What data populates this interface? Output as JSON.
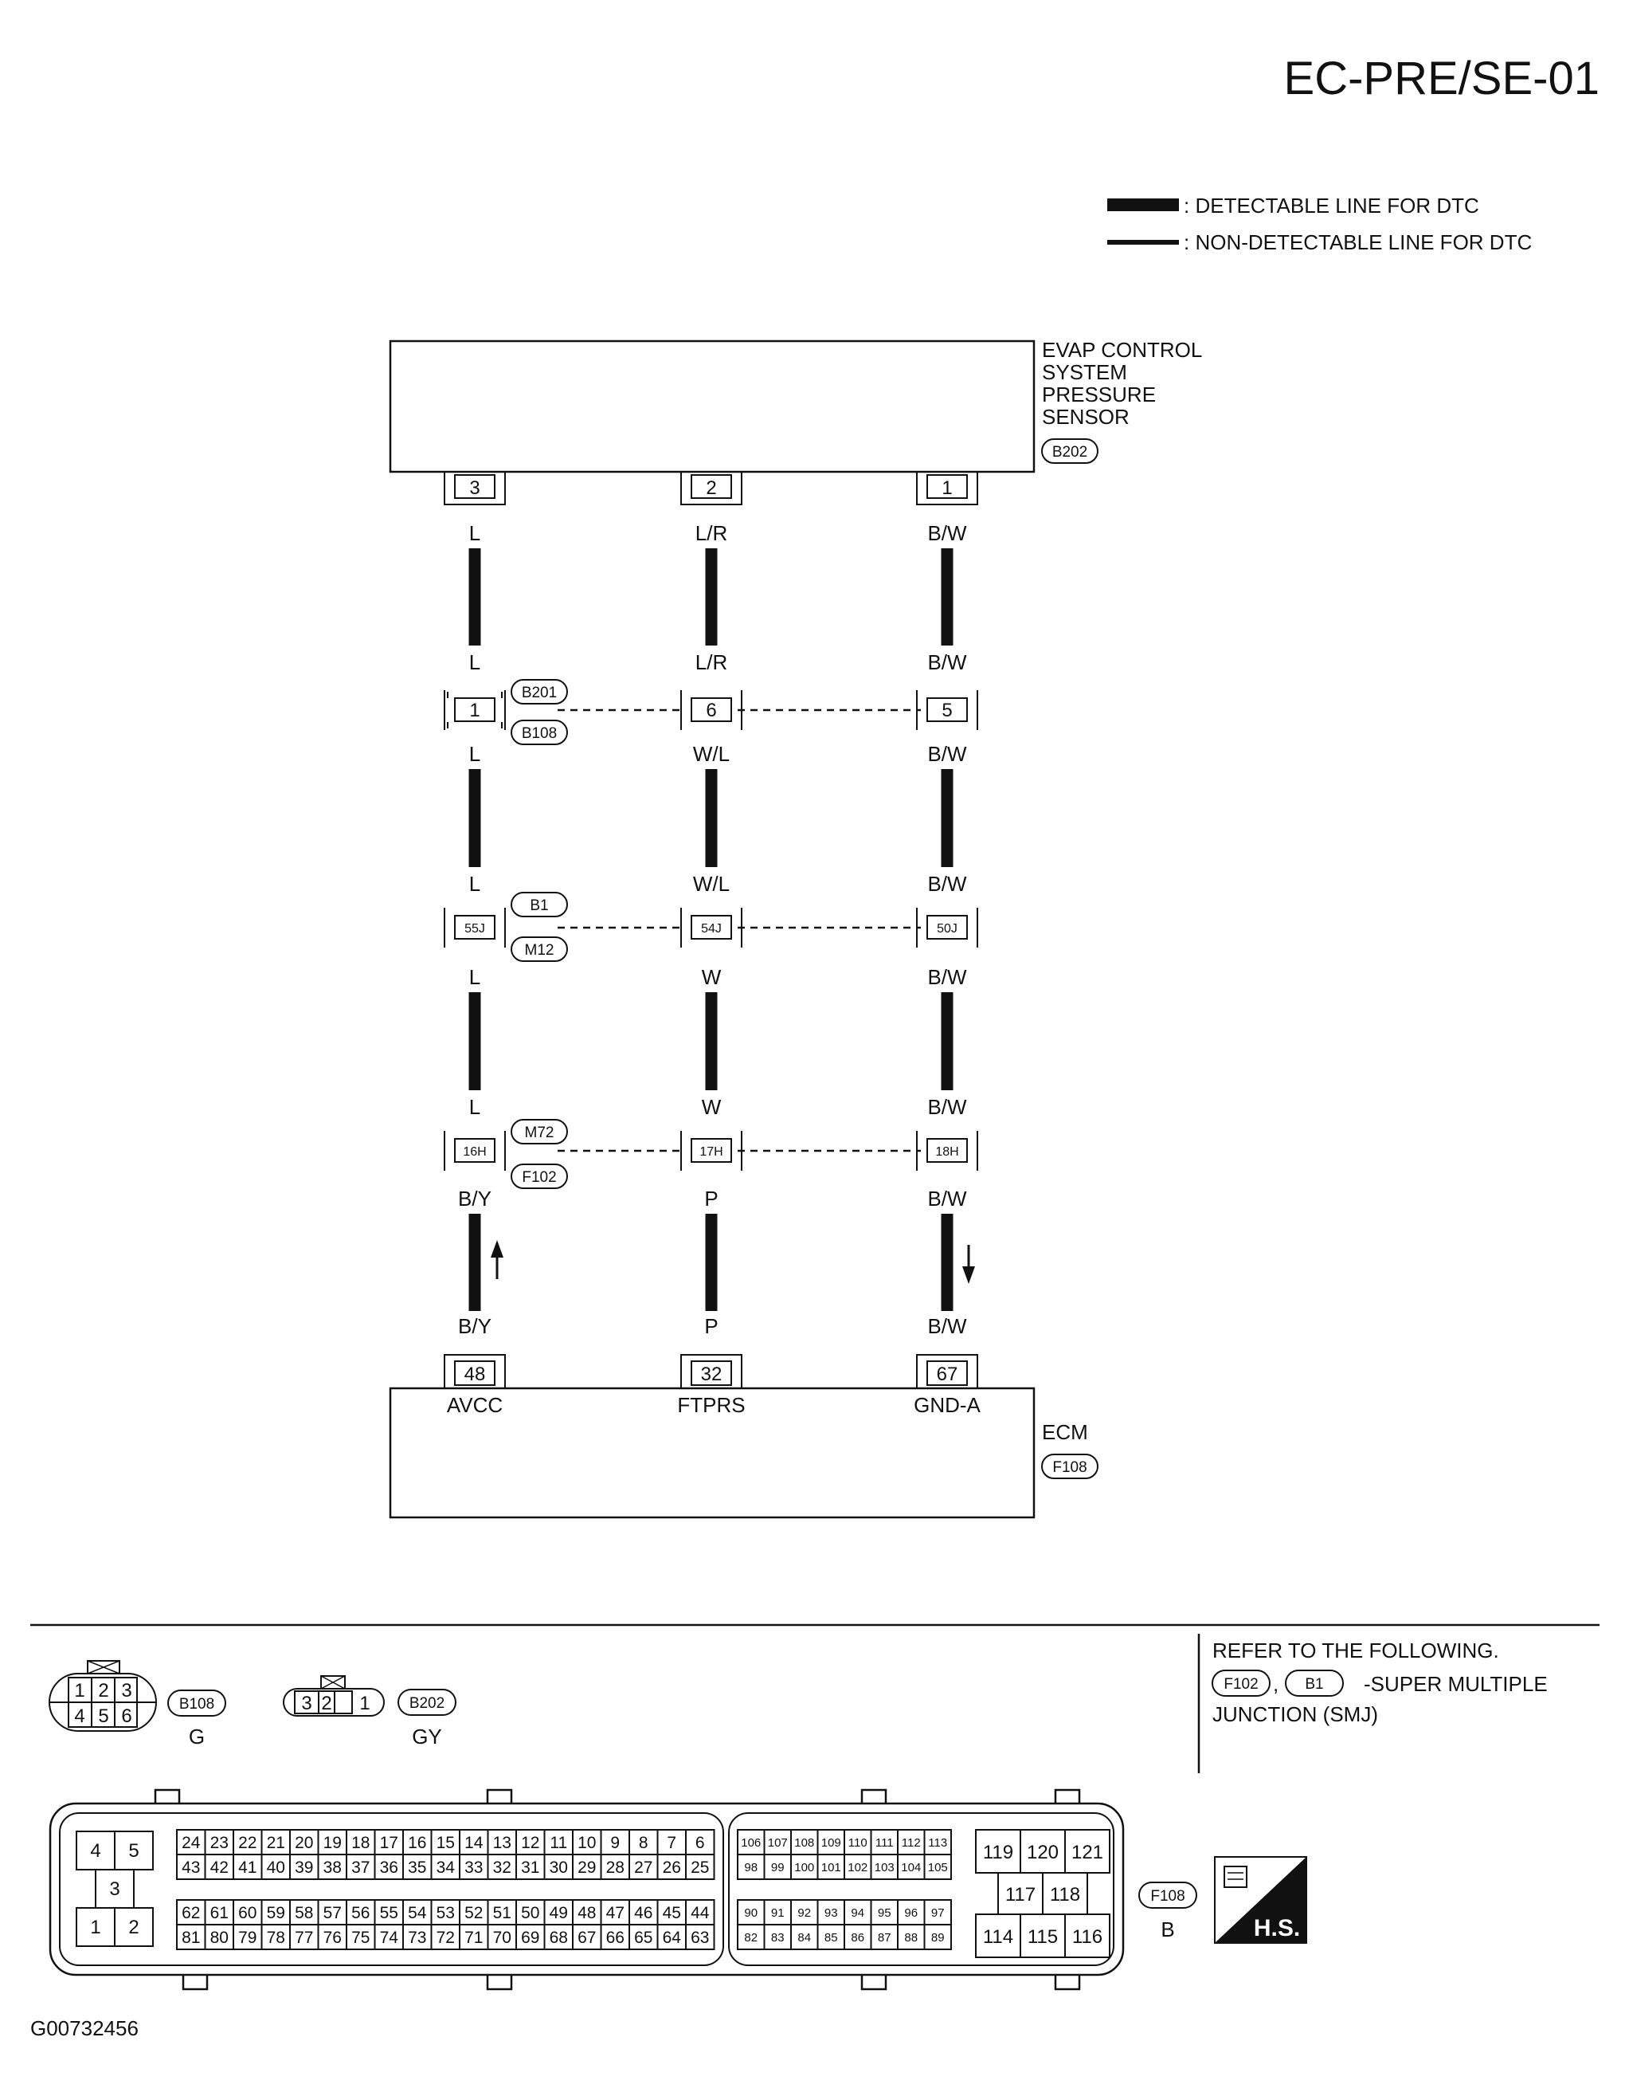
{
  "page_id": "EC-PRE/SE-01",
  "legend": {
    "detectable": ": DETECTABLE LINE FOR DTC",
    "non_detectable": ": NON-DETECTABLE LINE FOR DTC"
  },
  "sensor": {
    "lines": [
      "EVAP CONTROL",
      "SYSTEM",
      "PRESSURE",
      "SENSOR"
    ],
    "connector": "B202",
    "pins": [
      "3",
      "2",
      "1"
    ]
  },
  "columns": [
    {
      "wire_colors": [
        "L",
        "L",
        "L",
        "L",
        "L",
        "L",
        "B/Y",
        "B/Y"
      ],
      "junction_pins": [
        "1",
        "55J",
        "16H"
      ],
      "ecm_pin": "48",
      "ecm_signal": "AVCC"
    },
    {
      "wire_colors": [
        "L/R",
        "L/R",
        "W/L",
        "W/L",
        "W",
        "W",
        "P",
        "P"
      ],
      "junction_pins": [
        "6",
        "54J",
        "17H"
      ],
      "ecm_pin": "32",
      "ecm_signal": "FTPRS"
    },
    {
      "wire_colors": [
        "B/W",
        "B/W",
        "B/W",
        "B/W",
        "B/W",
        "B/W",
        "B/W",
        "B/W"
      ],
      "junction_pins": [
        "5",
        "50J",
        "18H"
      ],
      "ecm_pin": "67",
      "ecm_signal": "GND-A"
    }
  ],
  "junctions": [
    {
      "upper": "B201",
      "lower": "B108"
    },
    {
      "upper": "B1",
      "lower": "M12"
    },
    {
      "upper": "M72",
      "lower": "F102"
    }
  ],
  "ecm": {
    "label": "ECM",
    "connector": "F108"
  },
  "connector_views": {
    "b108": {
      "id": "B108",
      "color": "G",
      "pins": [
        "1",
        "2",
        "3",
        "4",
        "5",
        "6"
      ]
    },
    "b202": {
      "id": "B202",
      "color": "GY",
      "pins": [
        "3",
        "2",
        "1"
      ]
    },
    "f108": {
      "id": "F108",
      "color": "B",
      "left_block": [
        "4",
        "5",
        "3",
        "1",
        "2"
      ],
      "row_a": [
        "24",
        "23",
        "22",
        "21",
        "20",
        "19",
        "18",
        "17",
        "16",
        "15",
        "14",
        "13",
        "12",
        "11",
        "10",
        "9",
        "8",
        "7",
        "6"
      ],
      "row_b": [
        "43",
        "42",
        "41",
        "40",
        "39",
        "38",
        "37",
        "36",
        "35",
        "34",
        "33",
        "32",
        "31",
        "30",
        "29",
        "28",
        "27",
        "26",
        "25"
      ],
      "row_c": [
        "62",
        "61",
        "60",
        "59",
        "58",
        "57",
        "56",
        "55",
        "54",
        "53",
        "52",
        "51",
        "50",
        "49",
        "48",
        "47",
        "46",
        "45",
        "44"
      ],
      "row_d": [
        "81",
        "80",
        "79",
        "78",
        "77",
        "76",
        "75",
        "74",
        "73",
        "72",
        "71",
        "70",
        "69",
        "68",
        "67",
        "66",
        "65",
        "64",
        "63"
      ],
      "mid_a": [
        "106",
        "107",
        "108",
        "109",
        "110",
        "111",
        "112",
        "113"
      ],
      "mid_b": [
        "98",
        "99",
        "100",
        "101",
        "102",
        "103",
        "104",
        "105"
      ],
      "mid_c": [
        "90",
        "91",
        "92",
        "93",
        "94",
        "95",
        "96",
        "97"
      ],
      "mid_d": [
        "82",
        "83",
        "84",
        "85",
        "86",
        "87",
        "88",
        "89"
      ],
      "right_block": [
        "119",
        "120",
        "121",
        "117",
        "118",
        "114",
        "115",
        "116"
      ]
    }
  },
  "refer": {
    "line1": "REFER TO THE FOLLOWING.",
    "conn1": "F102",
    "sep": ",",
    "conn2": "B1",
    "line2": "-SUPER MULTIPLE",
    "line3": "JUNCTION (SMJ)"
  },
  "hs_label": "H.S.",
  "figure_id": "G00732456"
}
